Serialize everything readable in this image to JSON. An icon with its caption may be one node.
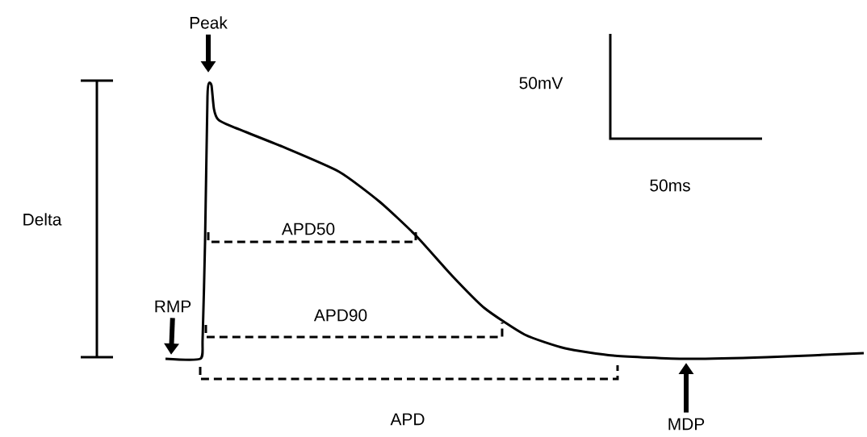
{
  "diagram": {
    "nodes": [
      {
        "text": [
          "Peak"
        ]
      },
      {
        "text": [
          "RMP"
        ]
      },
      {
        "text": [
          "MDP"
        ]
      }
    ],
    "edges": [
      {
        "from": 0,
        "to": null,
        "arrow": "to"
      },
      {
        "from": 1,
        "to": null,
        "arrow": "to"
      },
      {
        "from": 2,
        "to": null,
        "arrow": "to"
      }
    ],
    "labels": [
      "50mV",
      "50ms",
      "Delta",
      "APD50",
      "APD90",
      "APD"
    ]
  }
}
